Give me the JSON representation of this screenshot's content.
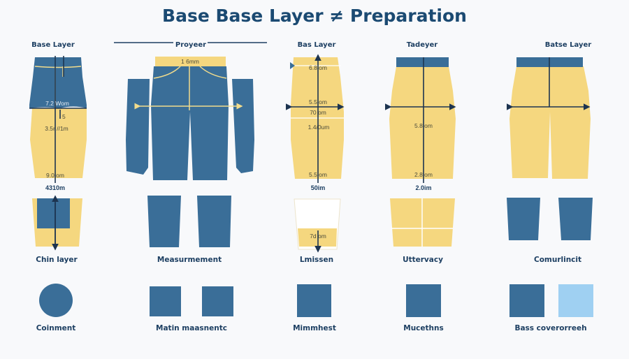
{
  "title": "Base Base Layer ≠ Preparation",
  "colors": {
    "blue": "#3a6e98",
    "yellow": "#f5d77f",
    "navy": "#1d3f62",
    "light_blue": "#9fd0f2",
    "background": "#f8f9fb"
  },
  "columns": [
    {
      "heading": "Base Layer",
      "measurements": [
        "7.2 Wom",
        "5",
        "3.5r //1m",
        "9.0 om",
        "4310m"
      ]
    },
    {
      "heading": "Proyeer",
      "measurements": [
        "1 6mm"
      ]
    },
    {
      "heading": "Bas Layer",
      "measurements": [
        "6.8 om",
        "5.5 om",
        "70 om",
        "1.4/0um",
        "5.5 om",
        "50im"
      ]
    },
    {
      "heading": "Tadeyer",
      "measurements": [
        "5.8 om",
        "2.8 om",
        "2.0im"
      ]
    },
    {
      "heading": "Batse Layer",
      "measurements": []
    }
  ],
  "row2": {
    "captions": [
      "Chin layer",
      "Measurmement",
      "Lmissen",
      "Uttervacy",
      "Comurlincit"
    ],
    "measurement": "7d om"
  },
  "row3": {
    "captions": [
      "Coinment",
      "Matin maasnentc",
      "Mimmhest",
      "Mucethns",
      "Bass coverorreeh"
    ]
  }
}
